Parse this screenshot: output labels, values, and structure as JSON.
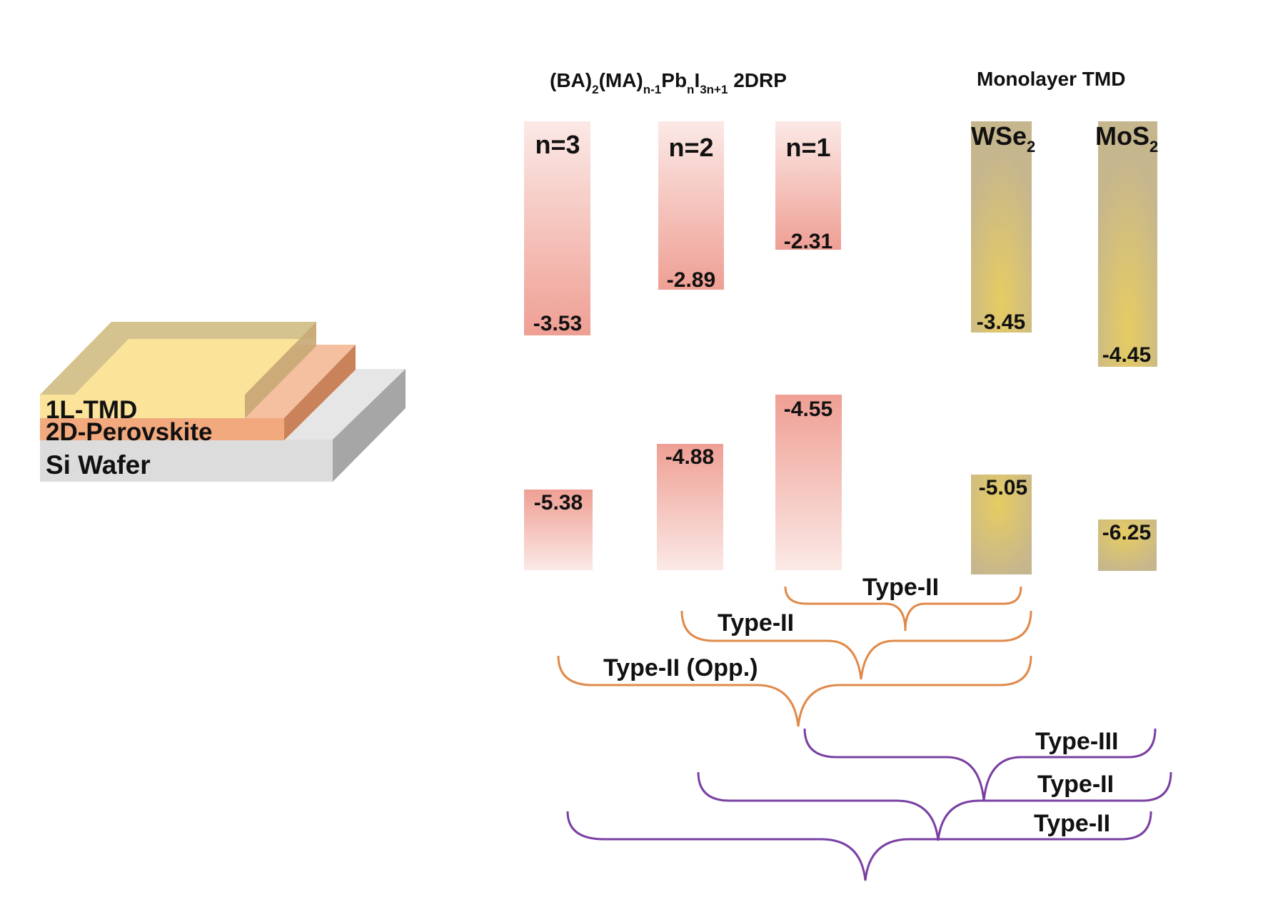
{
  "header": {
    "perovskite_title_parts": [
      "(BA)",
      "2",
      "(MA)",
      "n-1",
      "Pb",
      "n",
      "I",
      "3n+1",
      " 2DRP"
    ],
    "tmd_title": "Monolayer TMD"
  },
  "stack": {
    "layer_top": "1L-TMD",
    "layer_mid": "2D-Perovskite",
    "layer_bottom": "Si Wafer",
    "colors": {
      "tmd": "#fbe39a",
      "perovskite": "#f2a97e",
      "silicon": "#dcdcdc"
    }
  },
  "materials": [
    {
      "label": "n=3",
      "cb": "-3.53",
      "vb": "-5.38",
      "kind": "perovskite"
    },
    {
      "label": "n=2",
      "cb": "-2.89",
      "vb": "-4.88",
      "kind": "perovskite"
    },
    {
      "label": "n=1",
      "cb": "-2.31",
      "vb": "-4.55",
      "kind": "perovskite"
    },
    {
      "label_main": "WSe",
      "label_sub": "2",
      "cb": "-3.45",
      "vb": "-5.05",
      "kind": "tmd"
    },
    {
      "label_main": "MoS",
      "label_sub": "2",
      "cb": "-4.45",
      "vb": "-6.25",
      "kind": "tmd"
    }
  ],
  "alignments": {
    "wse2": [
      "Type-II",
      "Type-II",
      "Type-II (Opp.)"
    ],
    "mos2": [
      "Type-III",
      "Type-II",
      "Type-II"
    ]
  },
  "colors": {
    "perovskite_band": "#ee9a8e",
    "tmd_band": "#c9b88a",
    "tmd_glow": "#e6cc62",
    "brace_wse2": "#e08a4a",
    "brace_mos2": "#7a3fa3"
  }
}
